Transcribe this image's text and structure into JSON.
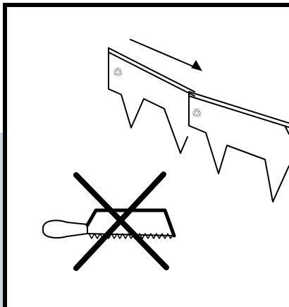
{
  "diagram": {
    "colors": {
      "background": "#ffffff",
      "ink": "#000000",
      "left_margin_band": "#c9d6e2",
      "cross": "#000000",
      "hacksaw_frame": "#000000"
    },
    "elements": {
      "border_frame": "frame",
      "edging_strips": "lawn-edging-strips",
      "recycle_symbols": [
        "recycle-icon",
        "recycle-icon"
      ],
      "direction_arrow": "arrow-right-icon",
      "hacksaw": "hacksaw-icon",
      "prohibited_mark": "prohibited-x-icon"
    },
    "meaning": {
      "arrow_direction": "right-down",
      "hacksaw_prohibited": true
    }
  }
}
